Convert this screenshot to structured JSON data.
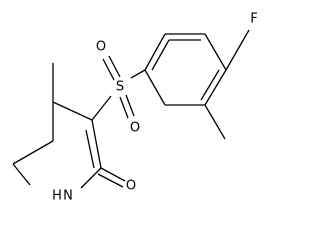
{
  "atoms": {
    "fluorine": "F",
    "sulfur": "S",
    "sulfonyl_oxygen_upper": "O",
    "sulfonyl_oxygen_lower": "O",
    "carbonyl_oxygen": "O",
    "ring_nitrogen": "N",
    "ring_nitrogen_hydrogen": "H"
  },
  "colors": {
    "bond": "#000000",
    "label": "#000000",
    "background": "#ffffff"
  }
}
